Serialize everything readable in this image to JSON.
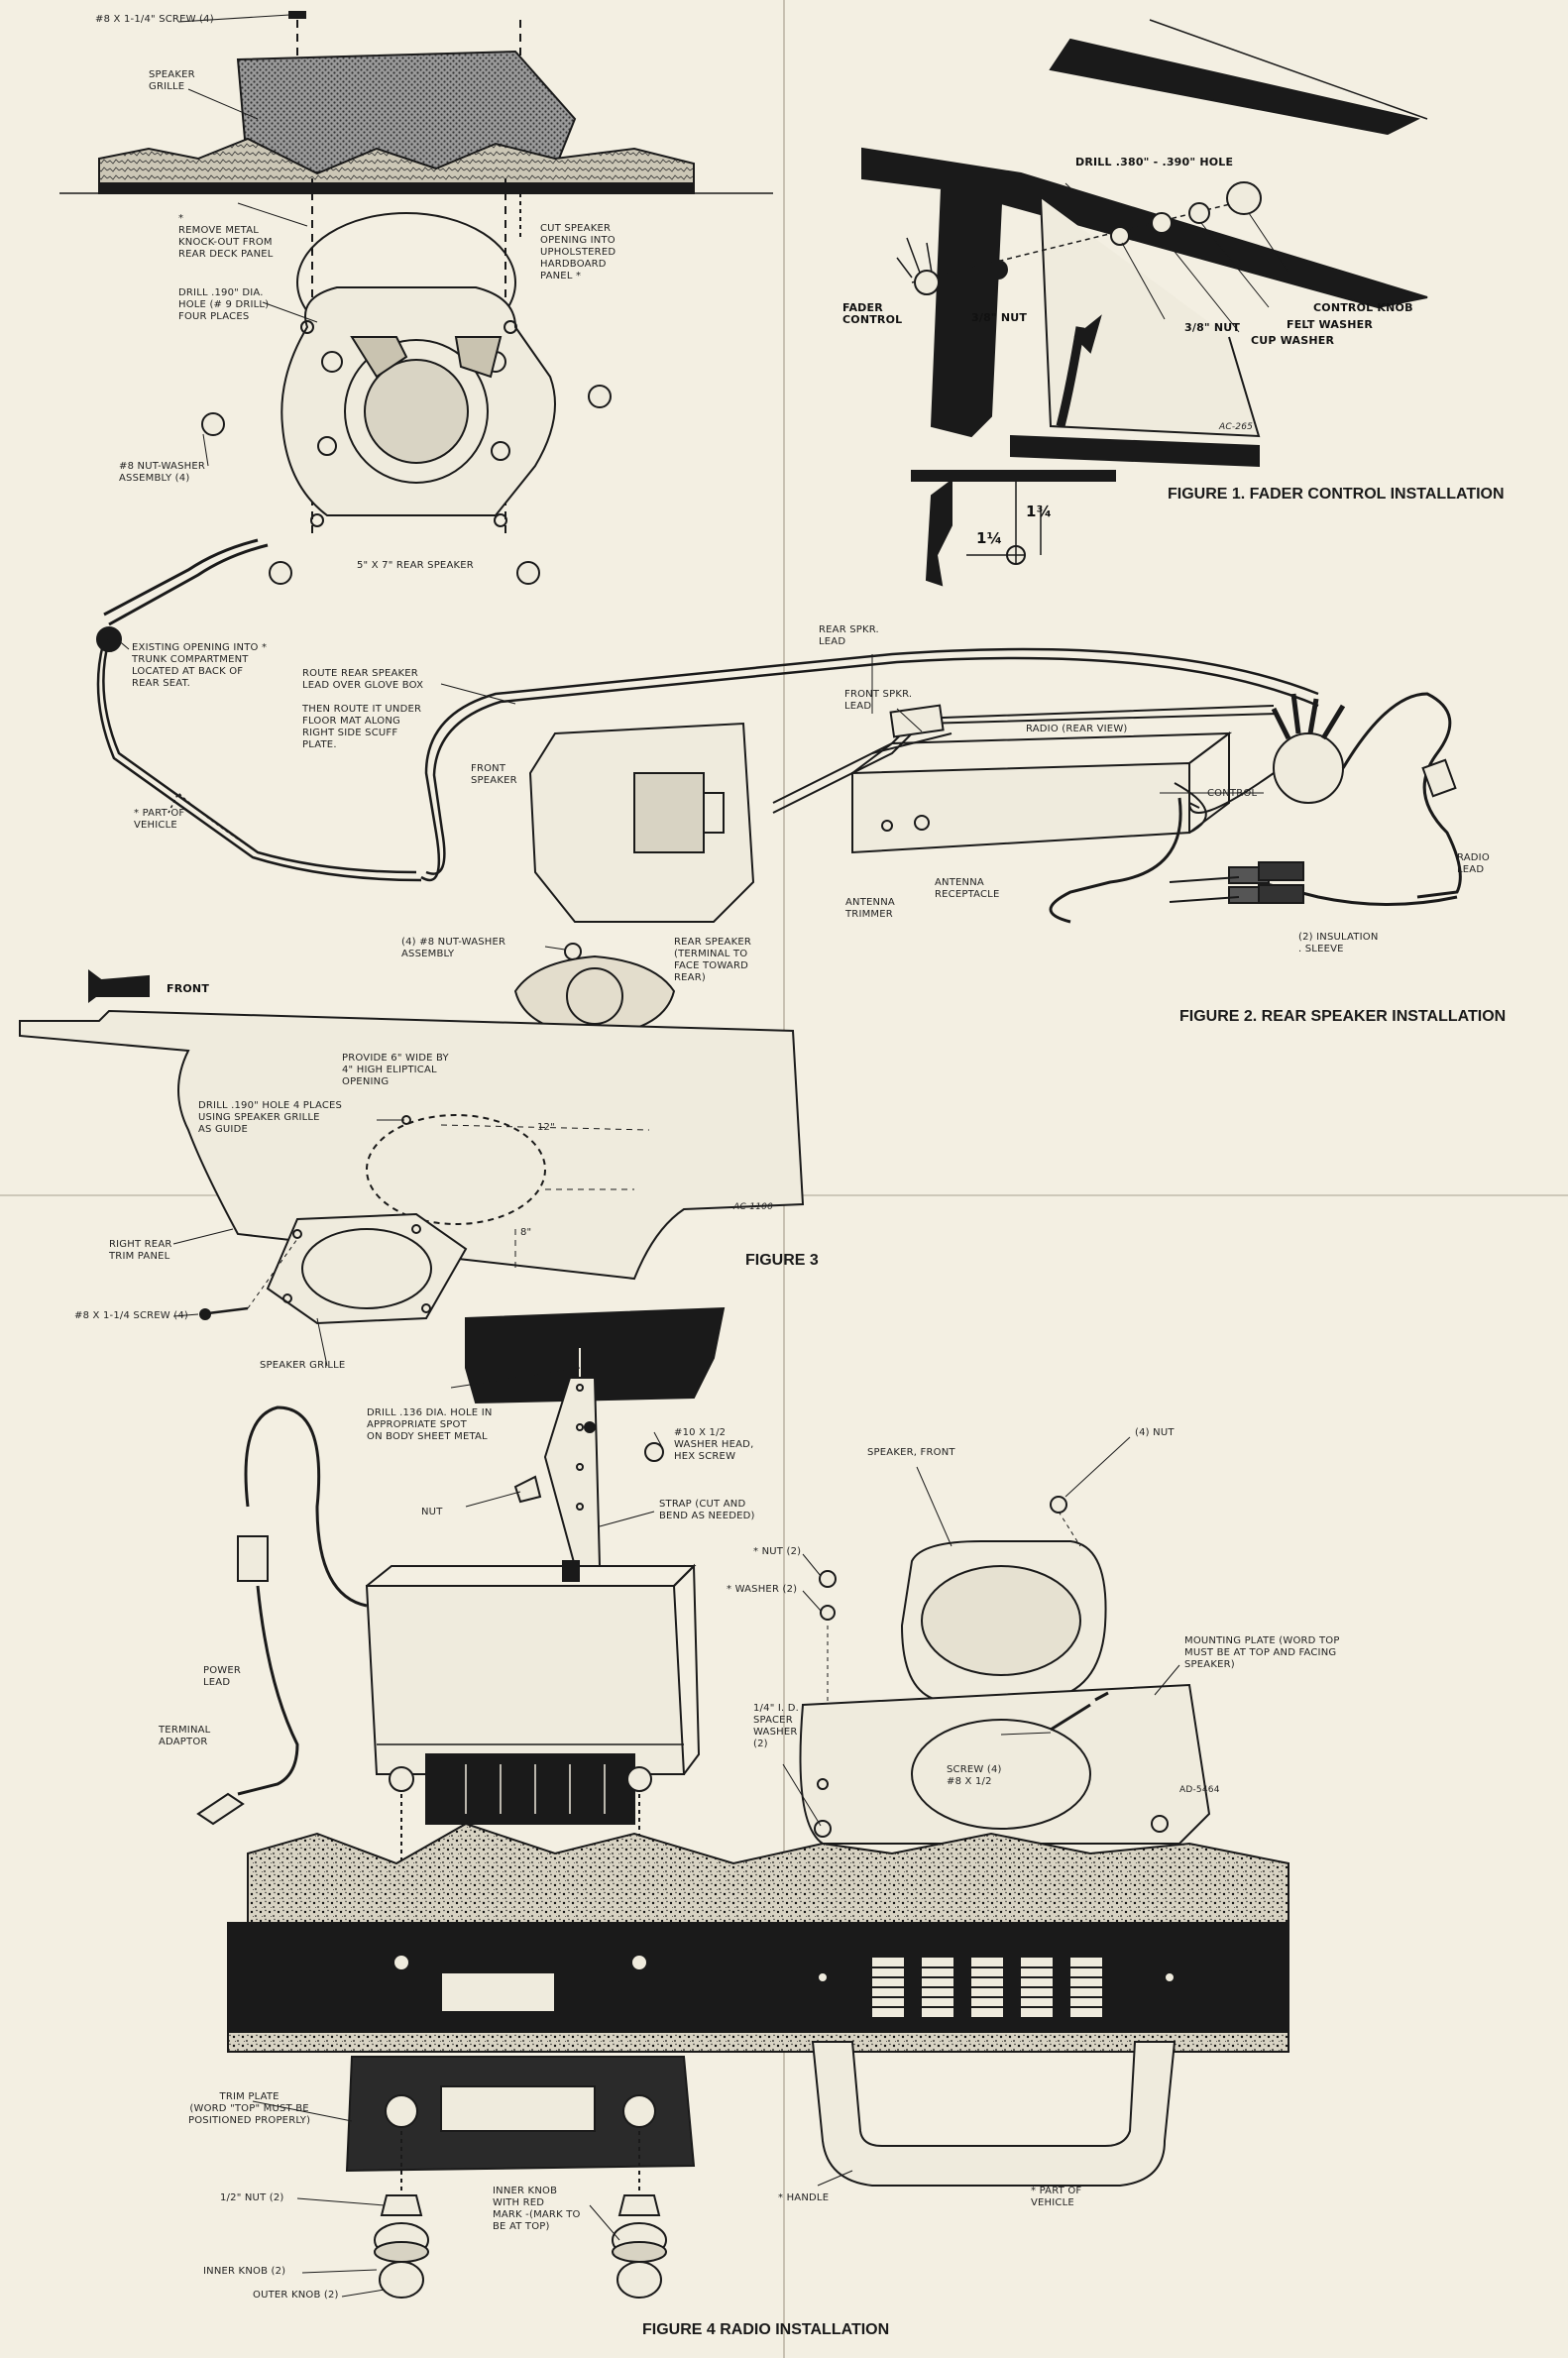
{
  "captions": {
    "fig1": "FIGURE 1.  FADER CONTROL INSTALLATION",
    "fig2": "FIGURE 2.  REAR SPEAKER INSTALLATION",
    "fig3": "FIGURE 3",
    "fig4": "FIGURE 4   RADIO INSTALLATION"
  },
  "labels": {
    "screw_top": "#8 x 1-1/4\"  SCREW (4)",
    "speaker_grille_top": "SPEAKER\nGRILLE",
    "remove_knockout": "*\nREMOVE METAL\nKNOCK-OUT FROM\nREAR DECK PANEL",
    "cut_speaker": "CUT SPEAKER\nOPENING INTO\nUPHOLSTERED\nHARDBOARD\nPANEL  *",
    "drill_190": "DRILL  .190\" DIA.\nHOLE (# 9 DRILL)\nFOUR PLACES",
    "nut_washer_4": "#8  NUT-WASHER\nASSEMBLY  (4)",
    "rear_speaker_5x7": "5\" x 7\"  REAR  SPEAKER",
    "existing_opening": "EXISTING OPENING INTO *\nTRUNK COMPARTMENT\nLOCATED AT BACK OF\nREAR SEAT.",
    "route_lead": "ROUTE REAR SPEAKER\nLEAD OVER GLOVE BOX\n\nTHEN ROUTE IT UNDER\nFLOOR MAT ALONG\nRIGHT SIDE SCUFF\nPLATE.",
    "part_of_vehicle_1": "*  PART OF\nVEHICLE",
    "front_speaker": "FRONT\nSPEAKER",
    "rear_spkr_lead": "REAR SPKR.\nLEAD",
    "front_spkr_lead": "FRONT SPKR.\nLEAD",
    "radio_rear_view": "RADIO (REAR VIEW)",
    "control": "CONTROL",
    "radio_lead": "RADIO\nLEAD",
    "antenna_trimmer": "ANTENNA\nTRIMMER",
    "antenna_receptacle": "ANTENNA\nRECEPTACLE",
    "insulation_sleeve": "(2) INSULATION\n. SLEEVE",
    "nut_washer_asm": "(4) #8 NUT-WASHER\nASSEMBLY",
    "rear_speaker_terminal": "REAR SPEAKER\n(TERMINAL TO\nFACE TOWARD\nREAR)",
    "drill_380": "DRILL .380\" - .390\" HOLE",
    "fader_control": "FADER\nCONTROL",
    "nut_38_a": "3/8\" NUT",
    "nut_38_b": "3/8\" NUT",
    "control_knob": "CONTROL KNOB",
    "felt_washer": "FELT WASHER",
    "cup_washer": "CUP WASHER",
    "ac_265": "AC-265",
    "dim_1_14": "1¼",
    "dim_1_34": "1¾",
    "front": "FRONT",
    "provide_opening": "PROVIDE 6\" WIDE BY\n4\" HIGH ELIPTICAL\nOPENING",
    "drill_190_4": "DRILL .190\" HOLE 4 PLACES\nUSING SPEAKER GRILLE\nAS GUIDE",
    "dim_12": "12\"",
    "dim_8": "8\"",
    "ac_1100": "AC-1100",
    "right_rear_trim": "RIGHT REAR\nTRIM PANEL",
    "screw_fig3": "#8 X 1-1/4 SCREW (4)",
    "speaker_grille_fig3": "SPEAKER GRILLE",
    "drill_136": "DRILL .136 DIA. HOLE IN\nAPPROPRIATE SPOT\nON BODY SHEET METAL",
    "washer_head_screw": "#10 X 1/2\nWASHER HEAD,\nHEX SCREW",
    "nut_fig4": "NUT",
    "strap": "STRAP (CUT AND\nBEND AS NEEDED)",
    "speaker_front": "SPEAKER, FRONT",
    "nut_4": "(4) NUT",
    "nut_2": "* NUT (2)",
    "washer_2": "* WASHER (2)",
    "mounting_plate": "MOUNTING PLATE (WORD TOP\nMUST BE AT TOP AND FACING\nSPEAKER)",
    "spacer_washer": "1/4\" I. D.\nSPACER\nWASHER\n(2)",
    "screw_4_8": "SCREW (4)\n#8 X 1/2",
    "ad_5464": "AD-5464",
    "power_lead": "POWER\nLEAD",
    "terminal_adaptor": "TERMINAL\nADAPTOR",
    "trim_plate": "TRIM PLATE\n(WORD \"TOP\" MUST BE\nPOSITIONED PROPERLY)",
    "half_nut": "1/2\" NUT (2)",
    "inner_knob_2": "INNER KNOB (2)",
    "outer_knob_2": "OUTER KNOB (2)",
    "inner_knob_red": "INNER KNOB\nWITH RED\nMARK -(MARK TO\nBE AT TOP)",
    "handle": "* HANDLE",
    "part_of_vehicle_2": "*  PART OF\nVEHICLE"
  }
}
